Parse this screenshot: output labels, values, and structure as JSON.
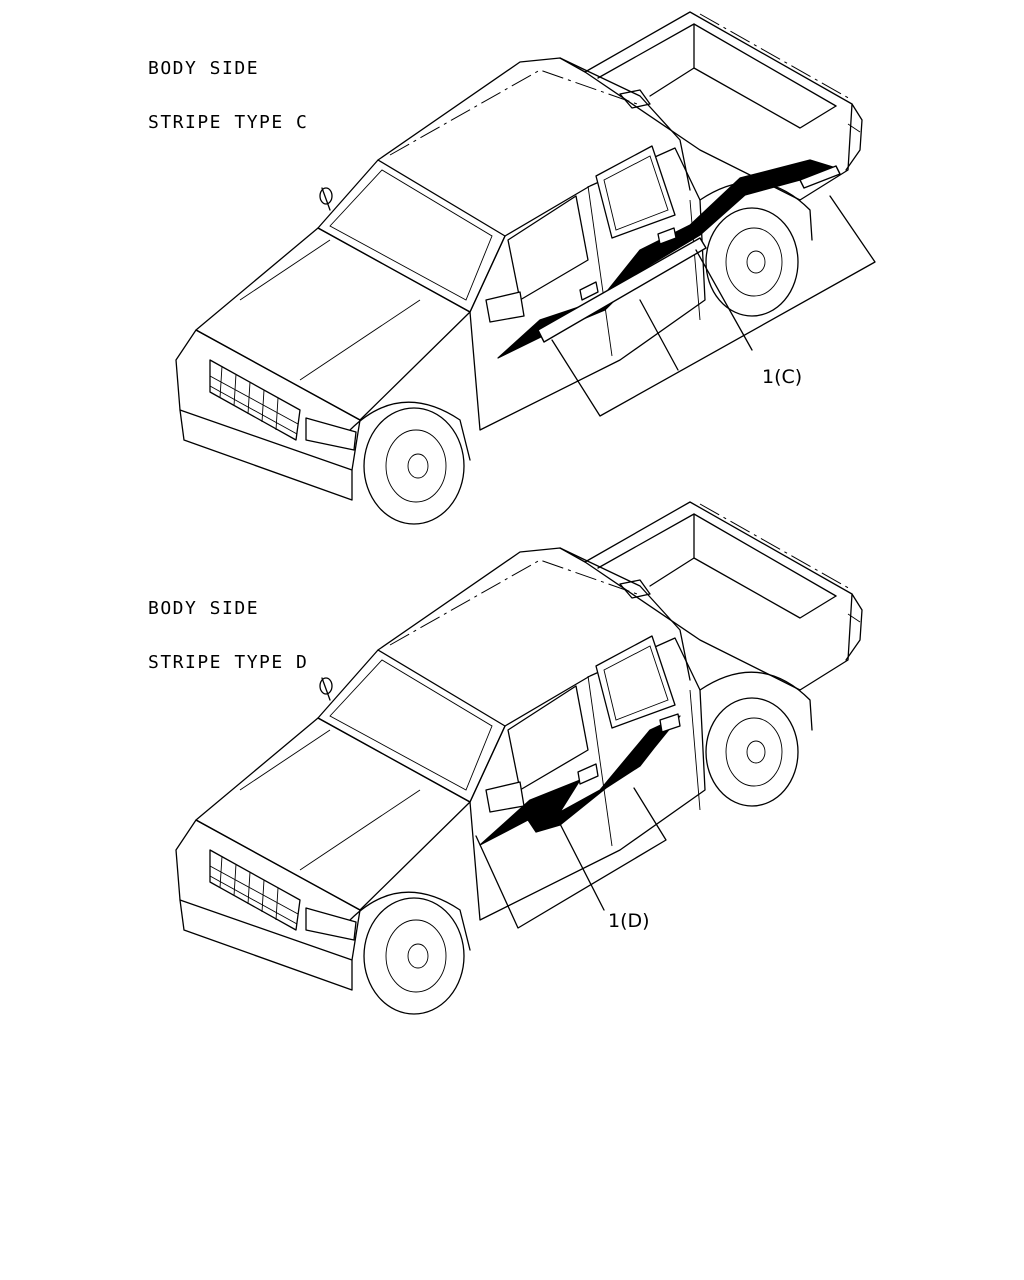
{
  "diagrams": [
    {
      "heading_line1": "BODY SIDE",
      "heading_line2": "STRIPE TYPE C",
      "callout": "1(C)"
    },
    {
      "heading_line1": "BODY SIDE",
      "heading_line2": "STRIPE TYPE D",
      "callout": "1(D)"
    }
  ]
}
